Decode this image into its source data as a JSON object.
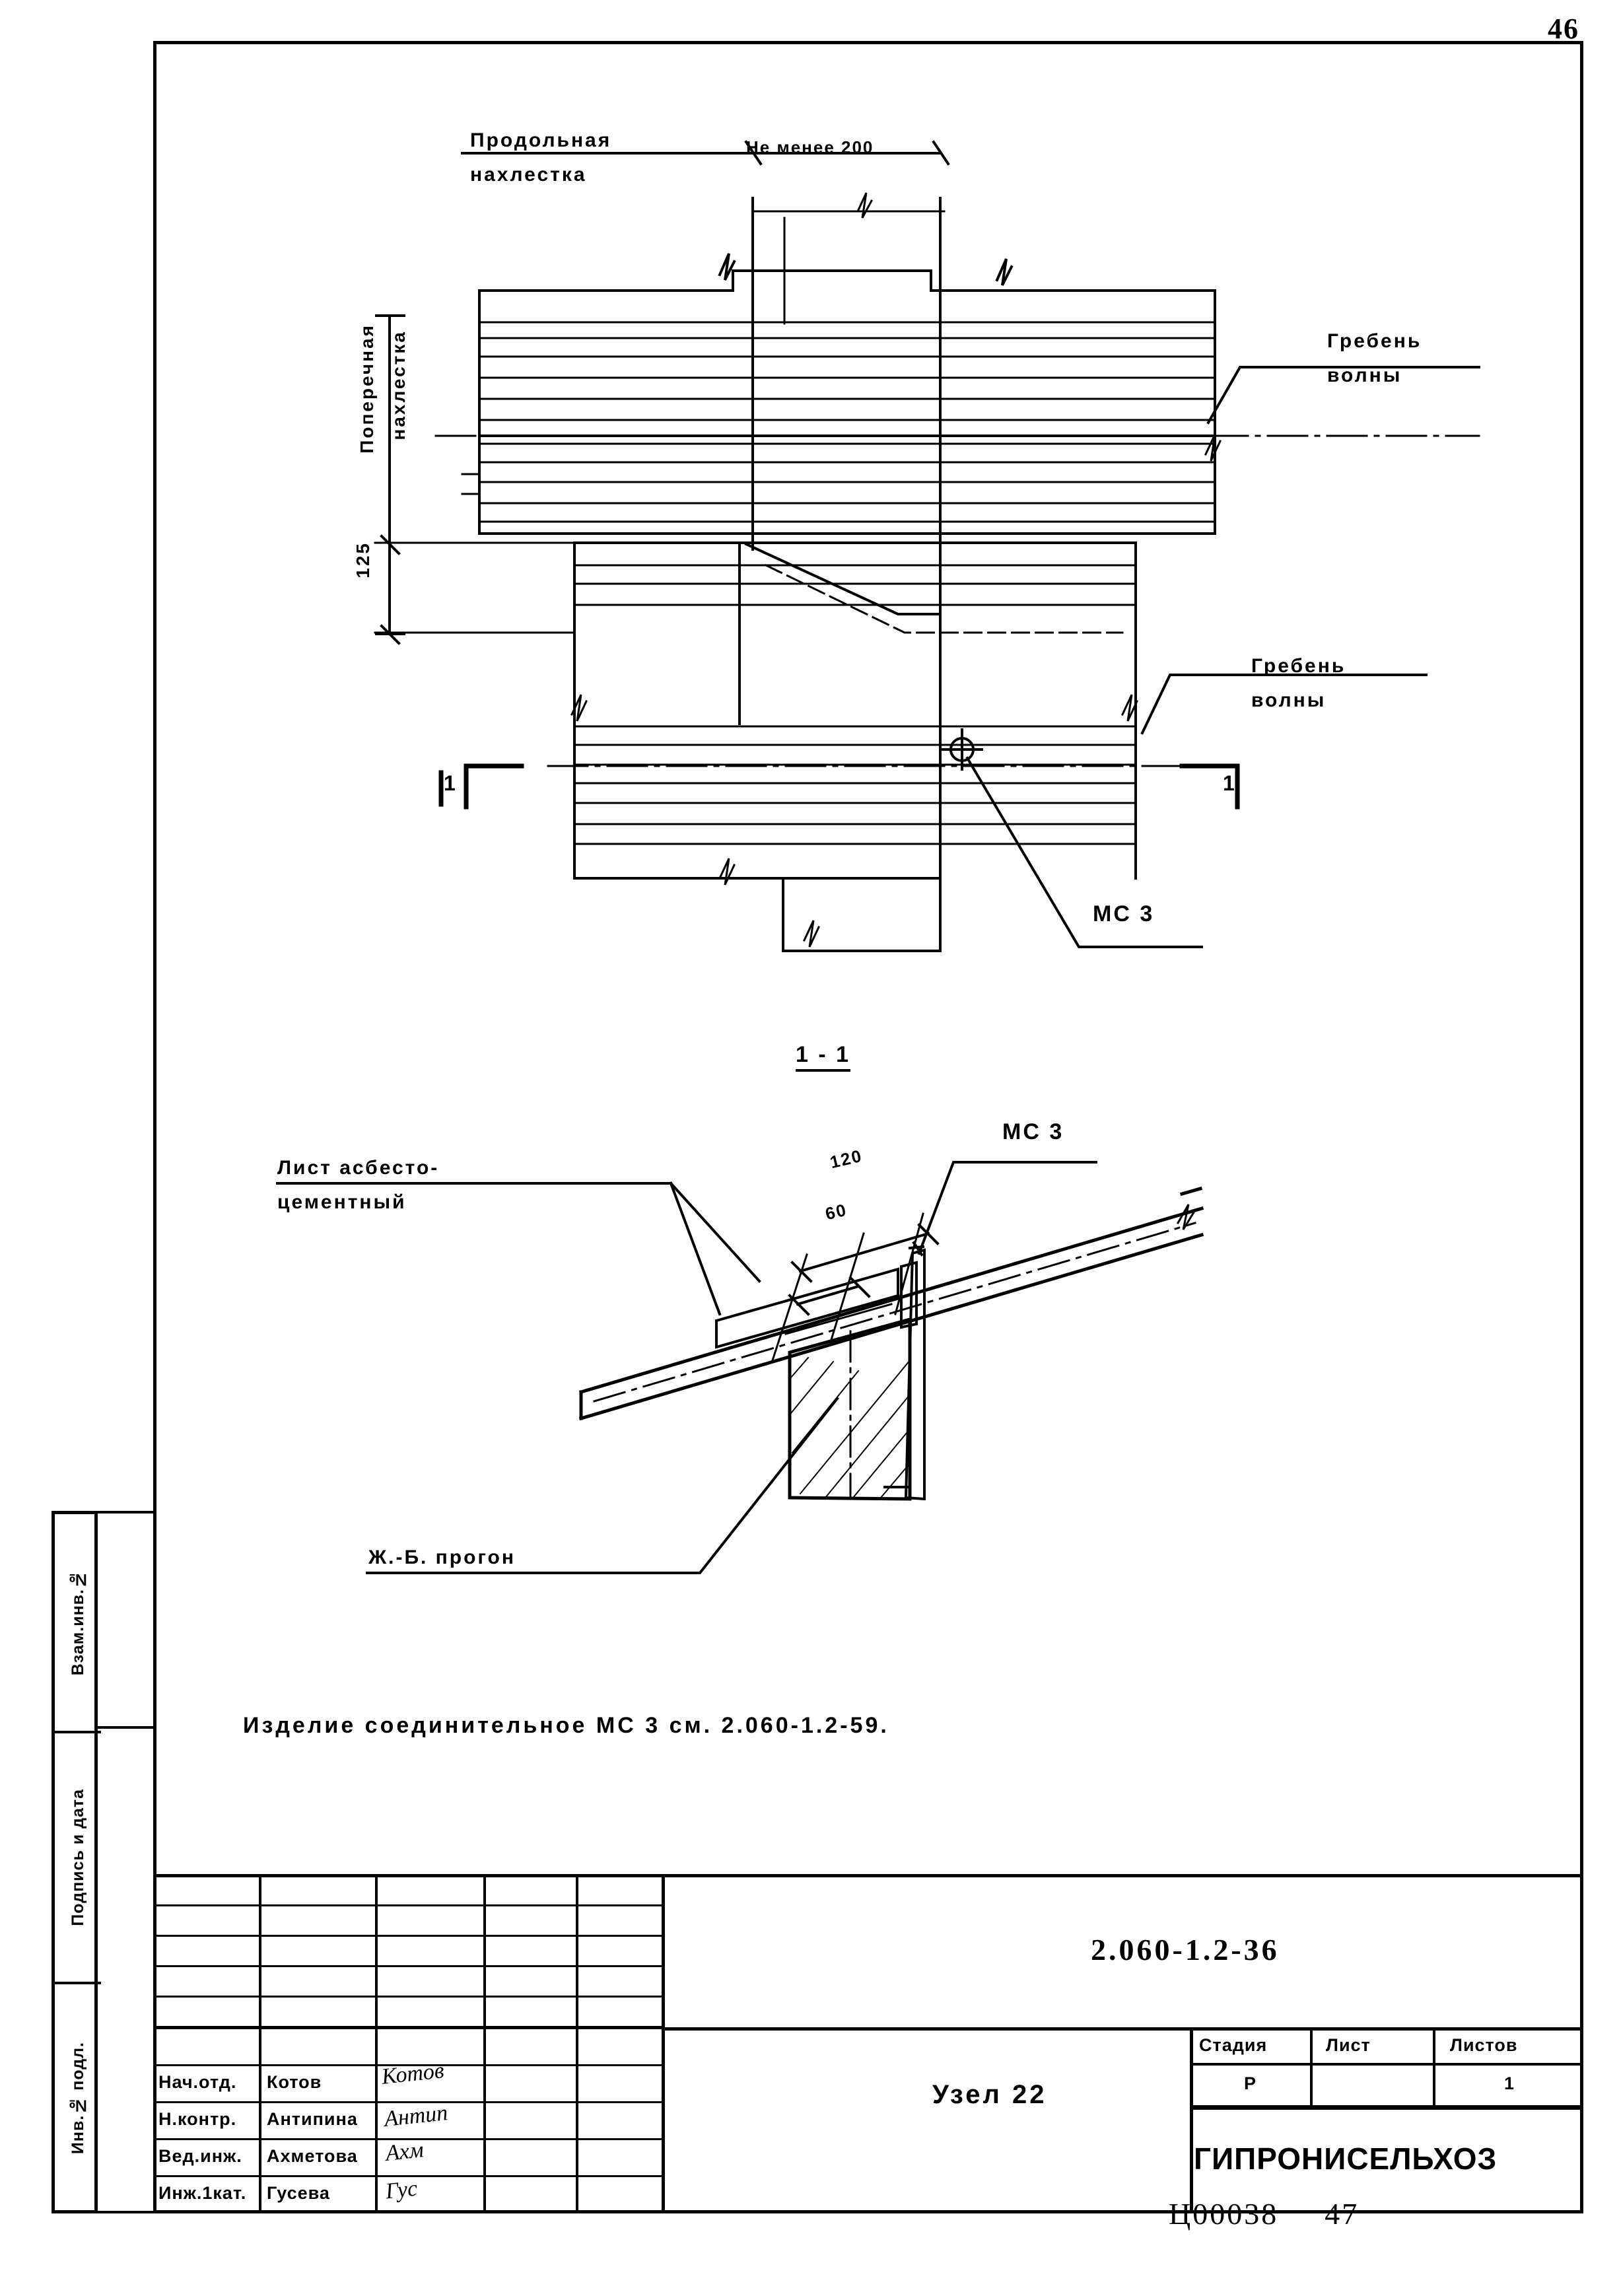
{
  "page": {
    "number": "46"
  },
  "plan_view": {
    "labels": {
      "longitudinal_lap": "Продольная",
      "longitudinal_lap_2": "нахлестка",
      "min_200": "Не менее 200",
      "transverse_lap": "Поперечная",
      "transverse_lap_2": "нахлестка",
      "dim_125": "125",
      "crest_top": "Гребень",
      "crest_top_2": "волны",
      "crest_bottom": "Гребень",
      "crest_bottom_2": "волны",
      "connector": "МС 3",
      "section_mark_left": "1",
      "section_mark_right": "1"
    }
  },
  "section_view": {
    "title": "1 - 1",
    "labels": {
      "sheet": "Лист асбесто-",
      "sheet_2": "цементный",
      "purlin": "Ж.-Б. прогон",
      "connector": "МС 3",
      "dim_120": "120",
      "dim_60": "60"
    }
  },
  "note": {
    "text": "Изделие соединительное  МС 3  см. 2.060-1.2-59."
  },
  "left_margin": [
    {
      "label": "Взам.инв.№"
    },
    {
      "label": "Подпись и дата"
    },
    {
      "label": "Инв.№ подл."
    }
  ],
  "title_block": {
    "doc_code": "2.060-1.2-36",
    "drawing_title": "Узел 22",
    "organization": "ГИПРОНИСЕЛЬХОЗ",
    "stage_headers": {
      "stage": "Стадия",
      "sheet": "Лист",
      "sheets": "Листов"
    },
    "stage_values": {
      "stage": "Р",
      "sheet": "",
      "sheets": "1"
    },
    "roles": [
      {
        "role": "Нач.отд.",
        "name": "Котов",
        "signature": "Котов"
      },
      {
        "role": "Н.контр.",
        "name": "Антипина",
        "signature": "Антип"
      },
      {
        "role": "Вед.инж.",
        "name": "Ахметова",
        "signature": "Ахм"
      },
      {
        "role": "Инж.1кат.",
        "name": "Гусева",
        "signature": "Гус"
      }
    ]
  },
  "bottom_stamp": {
    "code": "Ц00038",
    "number": "47"
  }
}
